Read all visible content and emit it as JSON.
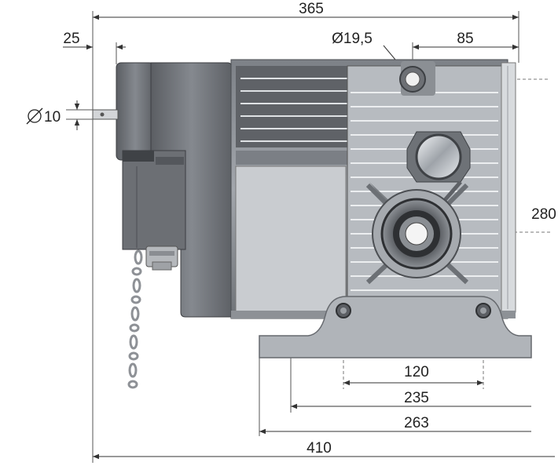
{
  "dimensions": {
    "overall_width_top": "365",
    "shaft_offset": "25",
    "mount_hole_dia": "Ø19,5",
    "hole_to_edge": "85",
    "shaft_dia": "10",
    "height": "280",
    "bolt_spacing": "120",
    "foot_span_inner": "235",
    "foot_span_outer": "263",
    "overall_width_bottom": "410"
  },
  "colors": {
    "housing_dark": "#6b6e73",
    "housing_mid": "#8c9096",
    "housing_light": "#c7cacf",
    "fin_stripe": "#e8eaed",
    "foot": "#a9adb3",
    "chain": "#9a9da2"
  },
  "icons": {
    "diameter_symbol": "diameter-icon"
  }
}
